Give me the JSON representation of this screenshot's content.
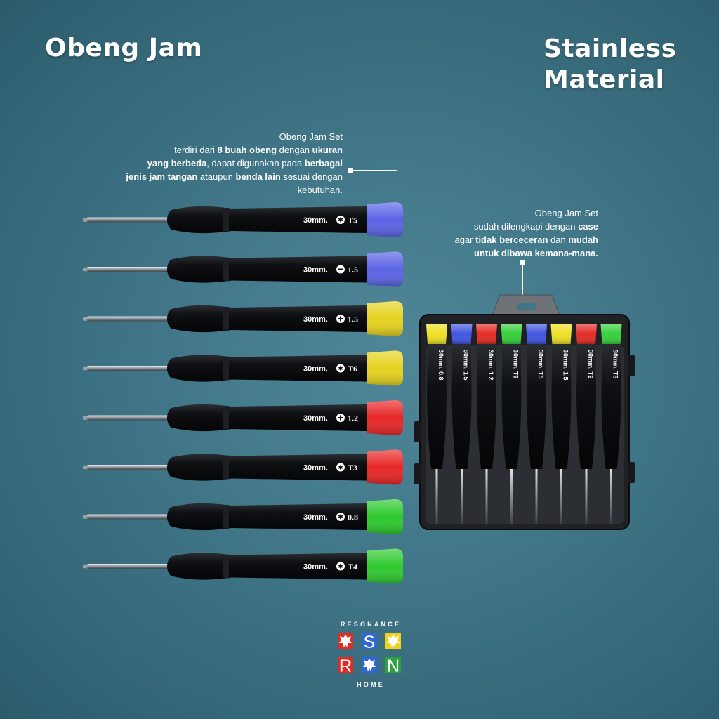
{
  "title_left": "Obeng Jam",
  "title_right": [
    "Stainless",
    "Material"
  ],
  "callout_top": {
    "lines": [
      [
        {
          "t": "Obeng Jam Set",
          "b": false
        }
      ],
      [
        {
          "t": "terdiri dari ",
          "b": false
        },
        {
          "t": "8 buah obeng",
          "b": true
        },
        {
          "t": " dengan ",
          "b": false
        },
        {
          "t": "ukuran",
          "b": true
        }
      ],
      [
        {
          "t": "yang berbeda",
          "b": true
        },
        {
          "t": ", dapat digunakan pada ",
          "b": false
        },
        {
          "t": "berbagai",
          "b": true
        }
      ],
      [
        {
          "t": "jenis jam tangan",
          "b": true
        },
        {
          "t": " ataupun ",
          "b": false
        },
        {
          "t": "benda lain",
          "b": true
        },
        {
          "t": " sesuai dengan",
          "b": false
        }
      ],
      [
        {
          "t": "kebutuhan.",
          "b": false
        }
      ]
    ]
  },
  "callout_case": {
    "lines": [
      [
        {
          "t": "Obeng Jam Set",
          "b": false
        }
      ],
      [
        {
          "t": "sudah dilengkapi dengan ",
          "b": false
        },
        {
          "t": "case",
          "b": true
        }
      ],
      [
        {
          "t": "agar ",
          "b": false
        },
        {
          "t": "tidak berceceran",
          "b": true
        },
        {
          "t": " dan ",
          "b": false
        },
        {
          "t": "mudah",
          "b": true
        }
      ],
      [
        {
          "t": "untuk dibawa kemana-mana.",
          "b": true
        }
      ]
    ]
  },
  "screwdrivers": [
    {
      "length": "30mm.",
      "symbol": "star",
      "size": "T5",
      "cap_color": "#5a63e6"
    },
    {
      "length": "30mm.",
      "symbol": "minus",
      "size": "1.5",
      "cap_color": "#5a63e6"
    },
    {
      "length": "30mm.",
      "symbol": "plus",
      "size": "1.5",
      "cap_color": "#e5d21e"
    },
    {
      "length": "30mm.",
      "symbol": "star",
      "size": "T6",
      "cap_color": "#e5d21e"
    },
    {
      "length": "30mm.",
      "symbol": "plus",
      "size": "1.2",
      "cap_color": "#e82626"
    },
    {
      "length": "30mm.",
      "symbol": "star",
      "size": "T3",
      "cap_color": "#e82626"
    },
    {
      "length": "30mm.",
      "symbol": "star",
      "size": "0.8",
      "cap_color": "#2ec92e"
    },
    {
      "length": "30mm.",
      "symbol": "star",
      "size": "T4",
      "cap_color": "#2ec92e"
    }
  ],
  "case_caps": [
    "#eee022",
    "#3f55e0",
    "#e32b25",
    "#36cf3a",
    "#3f55e0",
    "#eee022",
    "#e32b25",
    "#36cf3a"
  ],
  "case_labels": [
    "30mm. 0.8",
    "30mm. 1.5",
    "30mm. 1.2",
    "30mm. T6",
    "30mm. T5",
    "30mm. 1.5",
    "30mm. T2",
    "30mm. T3"
  ],
  "logo": {
    "top_word": "RESONANCE",
    "bottom_word": "HOME",
    "tiles": [
      {
        "letter": "",
        "color": "#e32b25",
        "icon": "dragon-icon"
      },
      {
        "letter": "S",
        "color": "#2f66d8",
        "icon": ""
      },
      {
        "letter": "",
        "color": "#f0d21c",
        "icon": "dragon-icon"
      },
      {
        "letter": "R",
        "color": "#e32b25",
        "icon": ""
      },
      {
        "letter": "",
        "color": "#2f66d8",
        "icon": "dragon-icon"
      },
      {
        "letter": "N",
        "color": "#2ca23c",
        "icon": ""
      }
    ]
  }
}
